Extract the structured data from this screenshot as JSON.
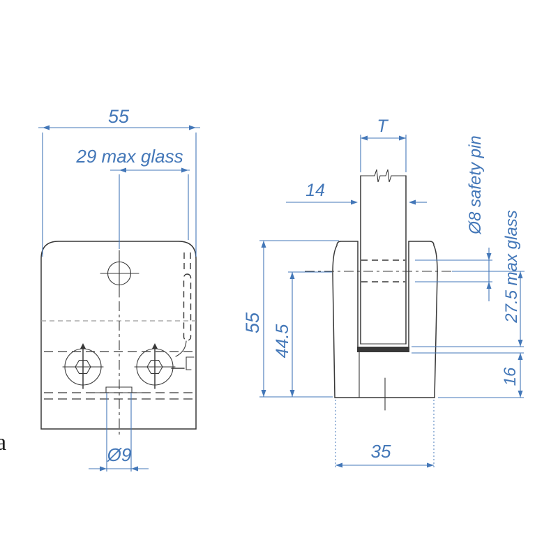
{
  "drawing": {
    "kind": "technical-drawing",
    "subject": "glass-clamp two-view dimension drawing",
    "colors": {
      "dimension_blue": "#4377b8",
      "outline_dark": "#383838",
      "hidden_light": "#9a9a9a",
      "background": "#ffffff"
    },
    "front_view": {
      "labels": {
        "width": "55",
        "max_glass": "29 max glass",
        "bottom_hole": "Ø9"
      }
    },
    "side_view": {
      "labels": {
        "glass_thickness": "T",
        "slot_width": "14",
        "safety_pin": "Ø8 safety pin",
        "max_glass": "27.5 max glass",
        "base_height": "16",
        "body_height": "55",
        "pin_center_height": "44.5",
        "depth": "35"
      }
    },
    "stray_label": "a"
  }
}
